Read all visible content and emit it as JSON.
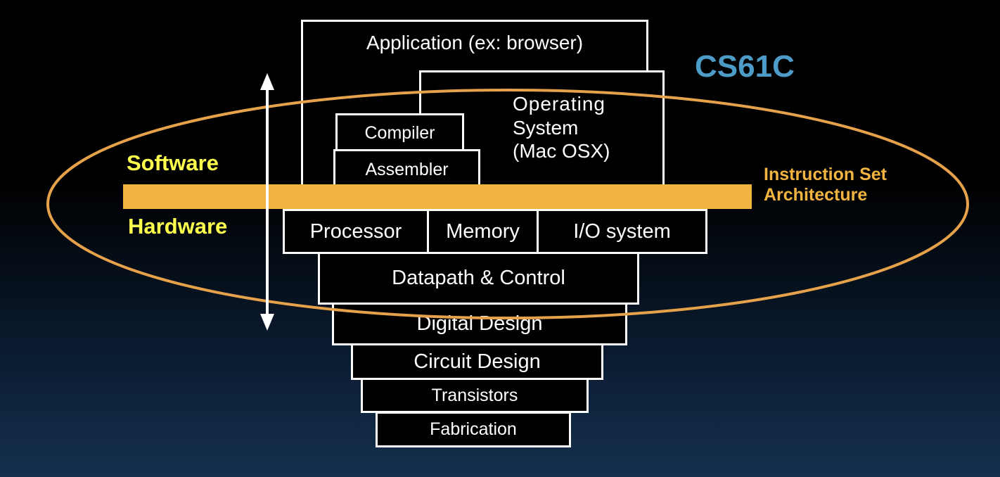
{
  "title": "CS61C",
  "software_label": "Software",
  "hardware_label": "Hardware",
  "isa_label": [
    "Instruction Set",
    "Architecture"
  ],
  "layers": {
    "application": "Application (ex: browser)",
    "os": [
      "Operating",
      "System",
      "(Mac OSX)"
    ],
    "compiler": "Compiler",
    "assembler": "Assembler",
    "processor": "Processor",
    "memory": "Memory",
    "io": "I/O system",
    "datapath": "Datapath & Control",
    "digital": "Digital Design",
    "circuit": "Circuit Design",
    "transistors": "Transistors",
    "fabrication": "Fabrication"
  },
  "colors": {
    "accent_title": "#4d9cc8",
    "label_yellow": "#ffff4d",
    "isa_orange": "#f2b441",
    "ellipse_orange": "#e6a24a",
    "box_stroke": "#ffffff"
  }
}
